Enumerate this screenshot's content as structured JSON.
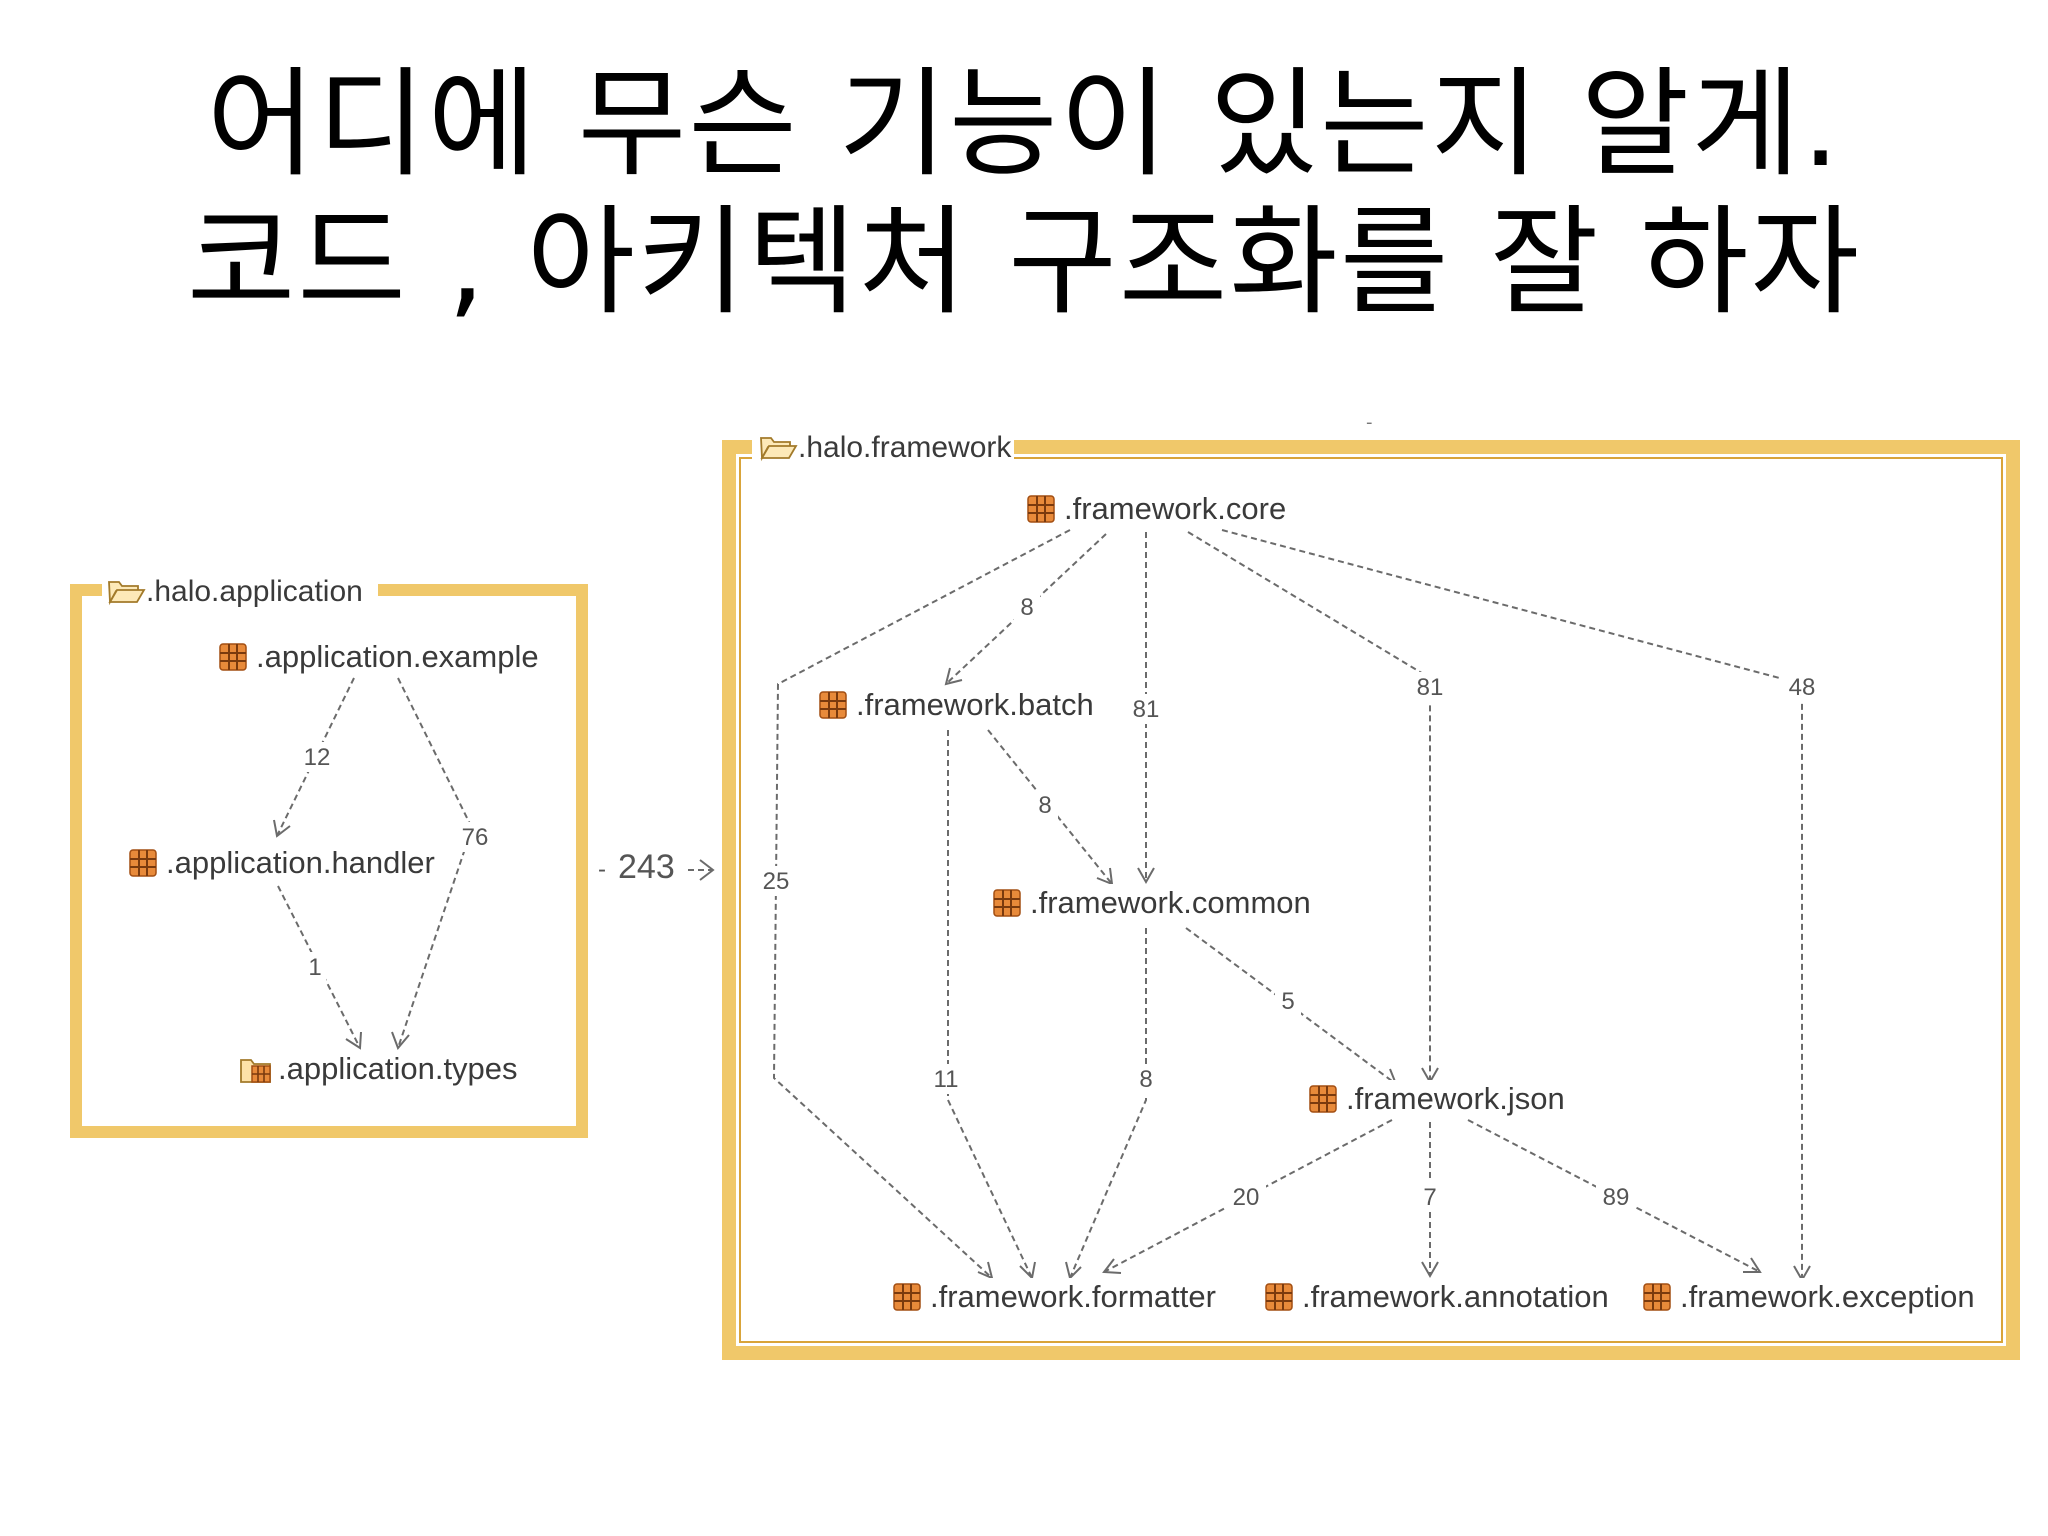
{
  "title": {
    "line1": "어디에 무슨 기능이 있는지 알게.",
    "line2": "코드 , 아키텍처 구조화를 잘 하자"
  },
  "colors": {
    "frame": "#f0c86a",
    "frame_inner": "#d9a43a",
    "package_icon": "#d4772a",
    "edge": "#6b6b6b"
  },
  "groups": {
    "application": {
      "label": ".halo.application",
      "icon": "open-folder-icon"
    },
    "framework": {
      "label": ".halo.framework",
      "icon": "open-folder-icon"
    }
  },
  "cross_dependency": {
    "label": "243"
  },
  "packages": {
    "app_example": {
      "label": ".application.example",
      "icon": "package-icon"
    },
    "app_handler": {
      "label": ".application.handler",
      "icon": "package-icon"
    },
    "app_types": {
      "label": ".application.types",
      "icon": "package-open-icon"
    },
    "fw_core": {
      "label": ".framework.core",
      "icon": "package-icon"
    },
    "fw_batch": {
      "label": ".framework.batch",
      "icon": "package-icon"
    },
    "fw_common": {
      "label": ".framework.common",
      "icon": "package-icon"
    },
    "fw_json": {
      "label": ".framework.json",
      "icon": "package-icon"
    },
    "fw_formatter": {
      "label": ".framework.formatter",
      "icon": "package-icon"
    },
    "fw_annotation": {
      "label": ".framework.annotation",
      "icon": "package-icon"
    },
    "fw_exception": {
      "label": ".framework.exception",
      "icon": "package-icon"
    }
  },
  "edges": [
    {
      "from": "app_example",
      "to": "app_handler",
      "label": "12"
    },
    {
      "from": "app_example",
      "to": "app_types",
      "label": "76"
    },
    {
      "from": "app_handler",
      "to": "app_types",
      "label": "1"
    },
    {
      "from": "fw_core",
      "to": "fw_batch",
      "label": "8"
    },
    {
      "from": "fw_core",
      "to": "fw_common",
      "label": "81"
    },
    {
      "from": "fw_core",
      "to": "fw_json",
      "label": "81"
    },
    {
      "from": "fw_core",
      "to": "fw_exception",
      "label": "48"
    },
    {
      "from": "fw_core",
      "to": "fw_formatter",
      "label": "25"
    },
    {
      "from": "fw_batch",
      "to": "fw_common",
      "label": "8"
    },
    {
      "from": "fw_batch",
      "to": "fw_formatter",
      "label": "11"
    },
    {
      "from": "fw_common",
      "to": "fw_formatter",
      "label": "8"
    },
    {
      "from": "fw_common",
      "to": "fw_json",
      "label": "5"
    },
    {
      "from": "fw_json",
      "to": "fw_formatter",
      "label": "20"
    },
    {
      "from": "fw_json",
      "to": "fw_annotation",
      "label": "7"
    },
    {
      "from": "fw_json",
      "to": "fw_exception",
      "label": "89"
    }
  ]
}
